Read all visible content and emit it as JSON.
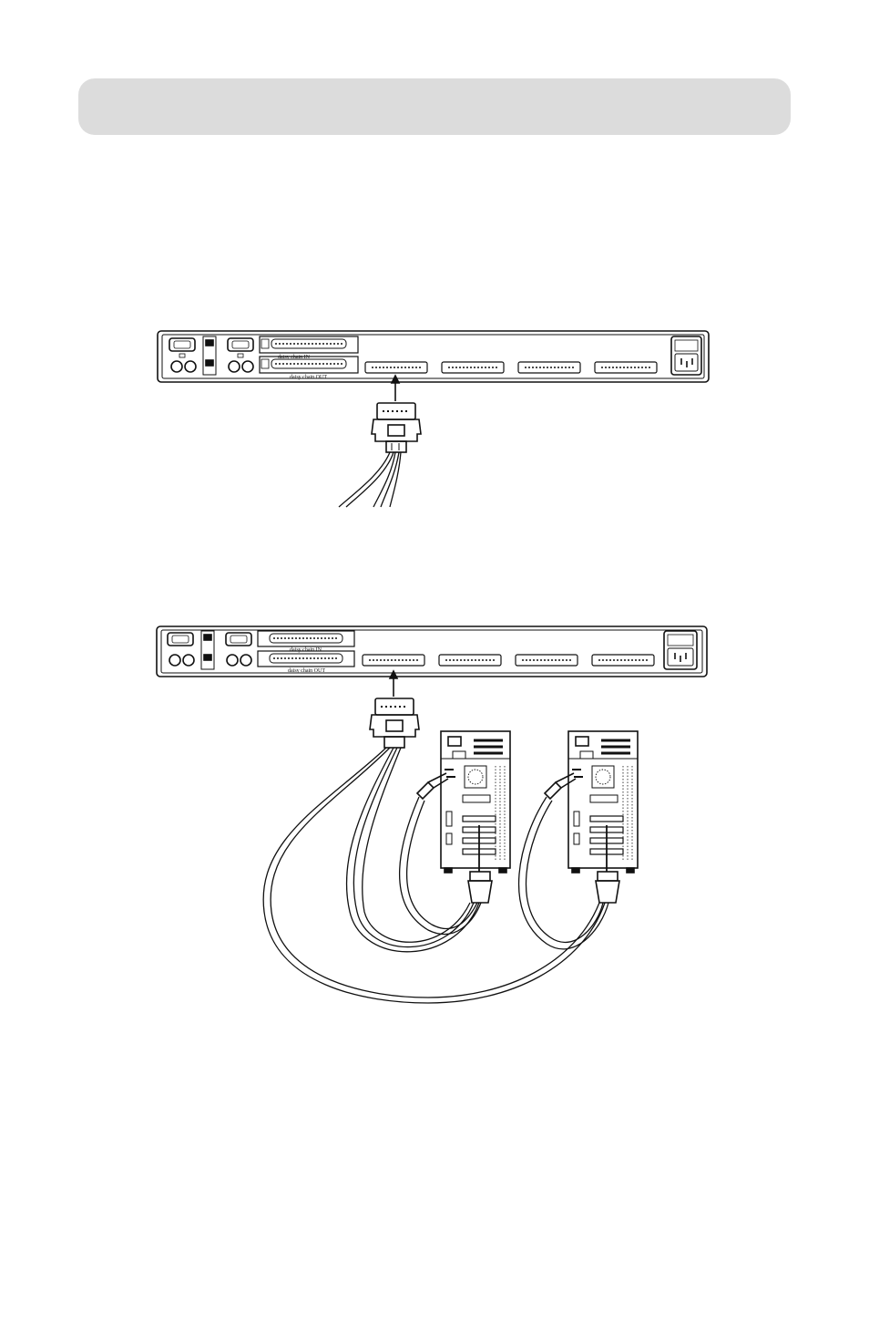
{
  "header": {
    "title": ""
  },
  "diagram1": {
    "daisy_in_label": "daisy chain IN",
    "daisy_out_label": "daisy chain OUT"
  },
  "diagram2": {
    "daisy_in_label": "daisy chain IN",
    "daisy_out_label": "daisy chain OUT"
  },
  "colors": {
    "line": "#111111",
    "header_bg": "#dcdcdc"
  }
}
